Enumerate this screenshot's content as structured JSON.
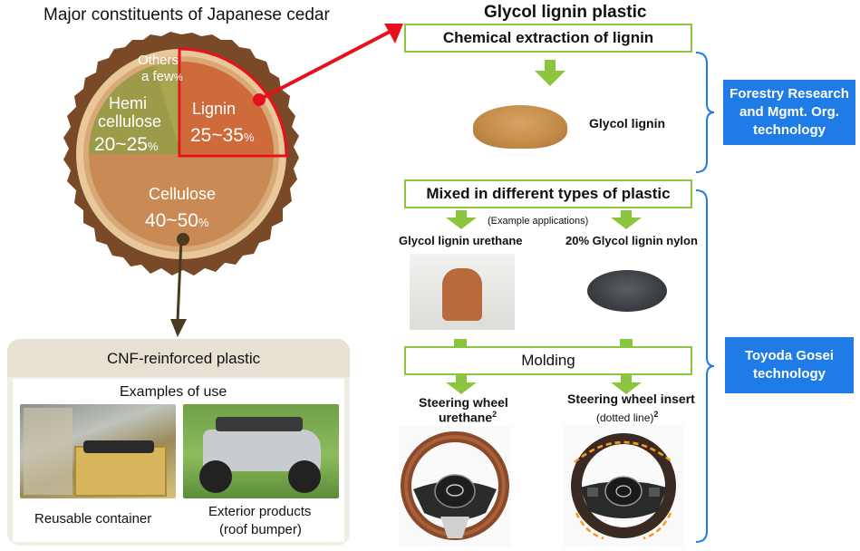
{
  "pie": {
    "title": "Major constituents of Japanese cedar",
    "others_label_1": "Others",
    "others_label_2": "a few",
    "others_pct": "%",
    "hemi_label_1": "Hemi",
    "hemi_label_2": "cellulose",
    "hemi_value": "20~25",
    "hemi_pct": "%",
    "lignin_label": "Lignin",
    "lignin_value": "25~35",
    "lignin_pct": "%",
    "cellulose_label": "Cellulose",
    "cellulose_value": "40~50",
    "cellulose_pct": "%"
  },
  "cnf": {
    "title": "CNF-reinforced plastic",
    "subtitle": "Examples of use",
    "item1": "Reusable container",
    "item2_line1": "Exterior products",
    "item2_line2": "(roof bumper)"
  },
  "process": {
    "title": "Glycol lignin plastic",
    "step1": "Chemical extraction of lignin",
    "glycol_lignin": "Glycol lignin",
    "step2": "Mixed in different types of plastic",
    "example_note": "(Example applications)",
    "product1": "Glycol lignin urethane",
    "product2": "20% Glycol lignin nylon",
    "step3": "Molding",
    "wheel1_line1": "Steering wheel",
    "wheel1_line2": "urethane",
    "wheel1_sup": "2",
    "wheel2_line1": "Steering wheel insert",
    "wheel2_line2": "(dotted line)",
    "wheel2_sup": "2"
  },
  "orgs": {
    "org1_line1": "Forestry Research",
    "org1_line2": "and Mgmt. Org.",
    "org1_line3": "technology",
    "org2_line1": "Toyoda Gosei",
    "org2_line2": "technology"
  },
  "colors": {
    "accent_green": "#8cc63f",
    "org_blue": "#1f7be5",
    "arrow_red": "#e8101a",
    "lignin_fill": "#cf6a3a",
    "hemi_fill": "#9c9b4a",
    "cellulose_fill": "#c98a55",
    "bark": "#7a4a28"
  }
}
